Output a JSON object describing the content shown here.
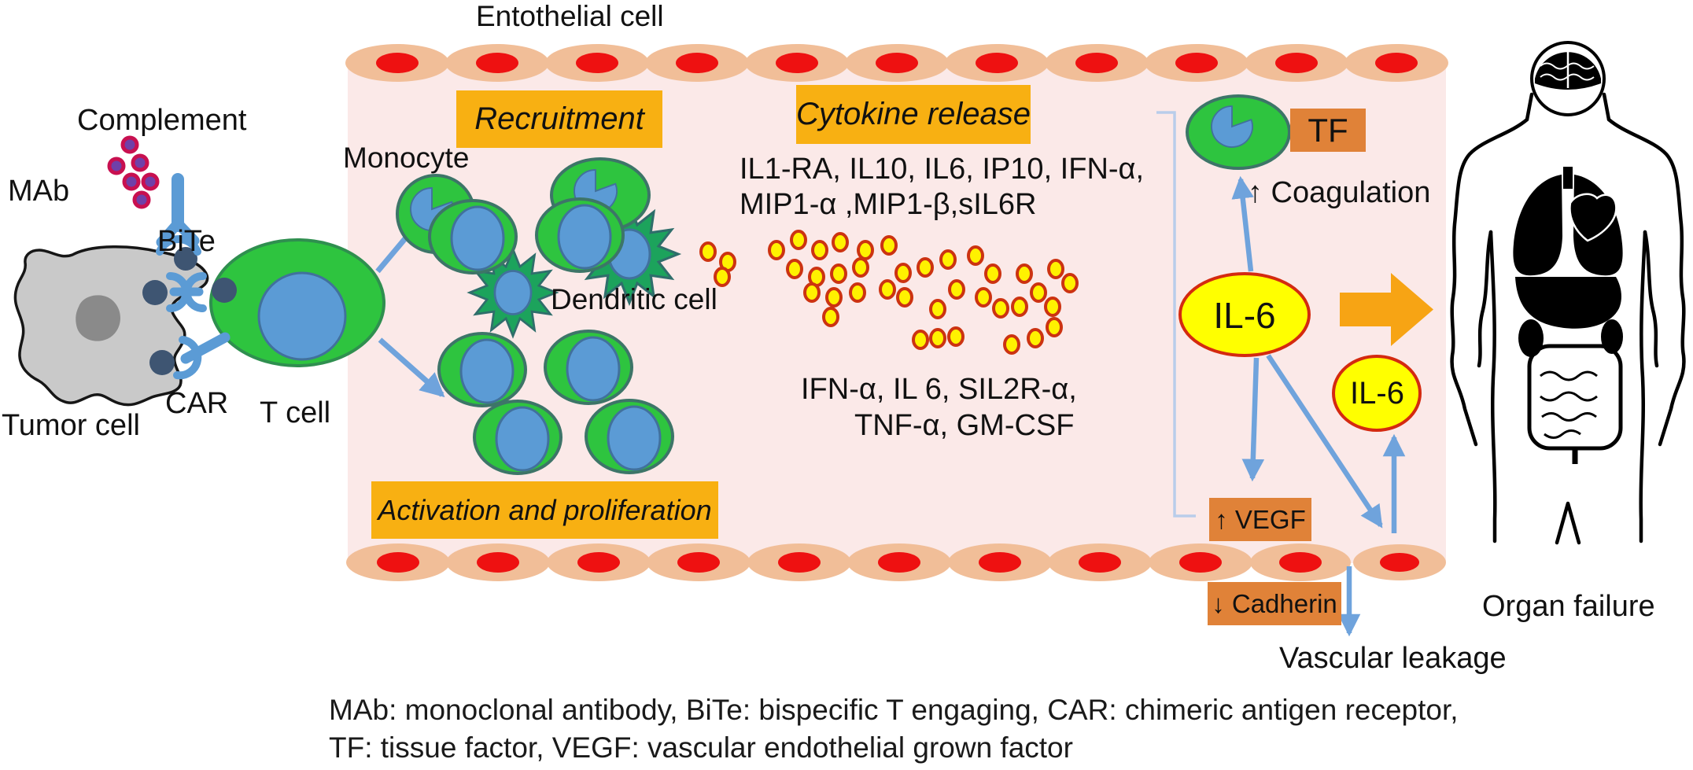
{
  "vessel": {
    "endothelial_label": "Entothelial cell",
    "recruitment": "Recruitment",
    "monocyte": "Monocyte",
    "dendritic_cell": "Dendritic cell",
    "activation": "Activation and proliferation",
    "cytokine_release": "Cytokine release",
    "cytokines_upper": [
      "IL1-RA, IL10, IL6, IP10, IFN-α,",
      "MIP1-α ,MIP1-β,sIL6R"
    ],
    "cytokines_lower": [
      "IFN-α, IL 6, SIL2R-α,",
      "TNF-α, GM-CSF"
    ]
  },
  "left_panel": {
    "complement": "Complement",
    "mab": "MAb",
    "bite": "BiTe",
    "car": "CAR",
    "tumor_cell": "Tumor cell",
    "t_cell": "T cell"
  },
  "right_panel": {
    "tf": "TF",
    "coagulation": "↑ Coagulation",
    "il6_large": "IL-6",
    "il6_small": "IL-6",
    "vegf": "↑ VEGF",
    "cadherin": "↓ Cadherin",
    "vascular_leakage": "Vascular leakage",
    "organ_failure": "Organ failure"
  },
  "caption": {
    "line1": "MAb: monoclonal antibody, BiTe: bispecific T engaging, CAR: chimeric antigen receptor,",
    "line2": "TF: tissue factor, VEGF: vascular endothelial grown factor"
  },
  "colors": {
    "label_amber": "#F8B012",
    "box_orange": "#E08238",
    "vessel_pink": "#FBE9E8",
    "endothelial_tan": "#F1BE98",
    "nucleus_red": "#EE1111",
    "cell_green": "#2EC43F",
    "dendritic_green": "#1CA35C",
    "nucleus_blue": "#5B9BD5",
    "arrow_blue": "#6FA3DC",
    "cytokine_yellow": "#FFF200",
    "il6_yellow": "#FFFF00",
    "il6_stroke_red": "#D42A10",
    "tumor_gray": "#C9C9C9",
    "receptor_navy": "#3E5572",
    "big_arrow_orange": "#F7A414"
  }
}
